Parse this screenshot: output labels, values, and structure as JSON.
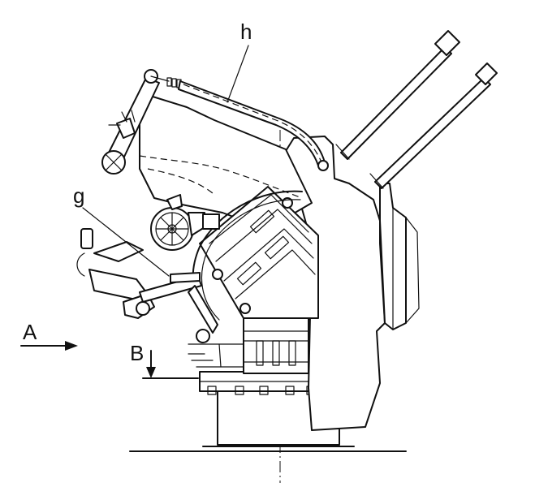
{
  "labels": {
    "h": "h",
    "g": "g",
    "a": "A",
    "b": "B"
  }
}
